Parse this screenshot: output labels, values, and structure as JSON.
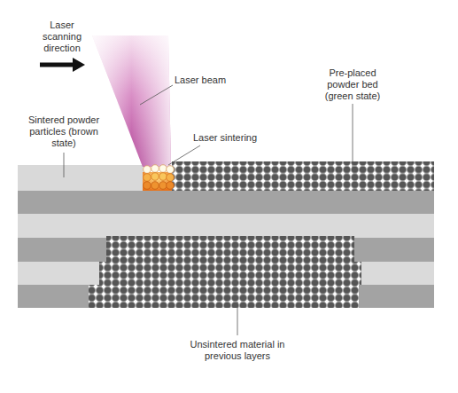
{
  "diagram": {
    "labels": [
      "Laser scanning direction",
      "Laser beam",
      "Sintered powder particles (brown state)",
      "Laser sintering",
      "Pre-placed powder bed (green state)",
      "Unsintered material in previous layers"
    ]
  }
}
